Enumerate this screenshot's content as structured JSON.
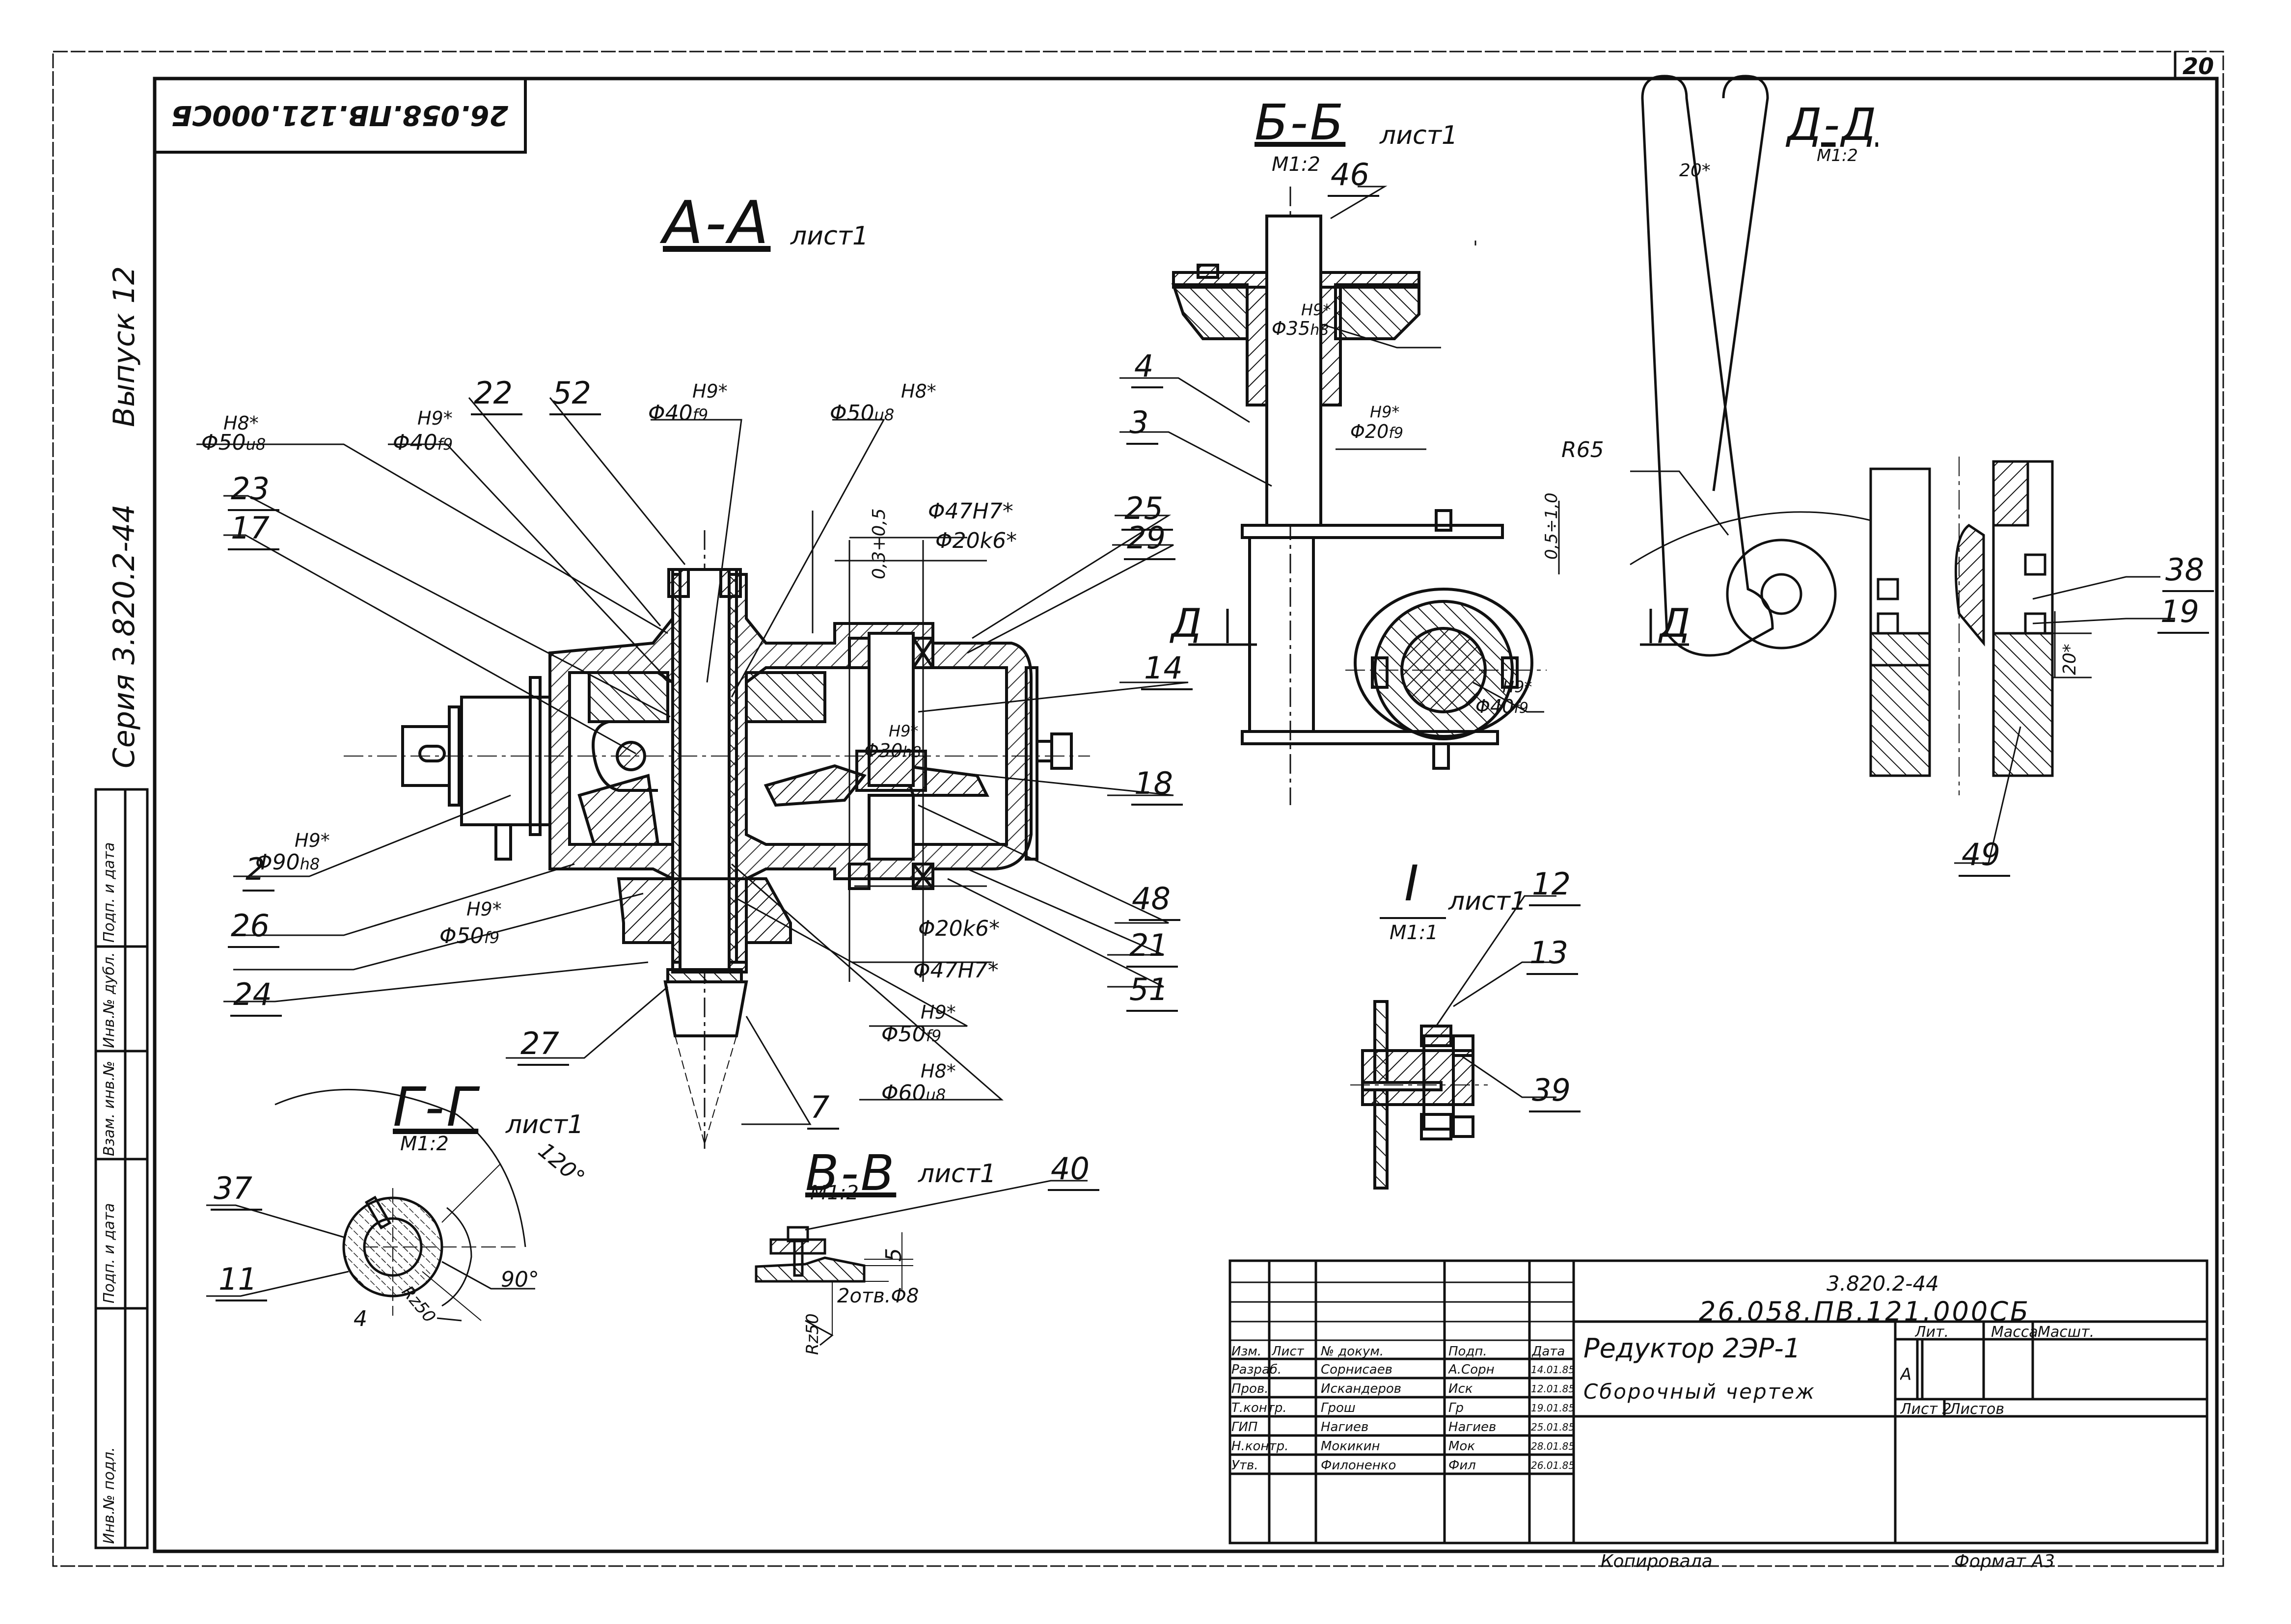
{
  "sheet_number": "20",
  "corner_stamp": "26.058.ПВ.121.000СБ",
  "side_series": "Серия 3.820.2-44",
  "side_issue": "Выпуск 12",
  "side_columns": [
    "Инв.№ подл.",
    "Подп. и дата",
    "Взам. инв.№",
    "Инв.№ дубл.",
    "Подп. и дата"
  ],
  "sections": {
    "aa": {
      "title": "А-А",
      "sheet": "лист1"
    },
    "bb": {
      "title": "Б-Б",
      "sheet": "лист1",
      "scale": "М1:2"
    },
    "dd": {
      "title": "Д-Д",
      "scale": "М1:2"
    },
    "gg": {
      "title": "Г-Г",
      "sheet": "лист1",
      "scale": "М1:2"
    },
    "vv": {
      "title": "В-В",
      "sheet": "лист1",
      "scale": "М1:2"
    },
    "i": {
      "title": "I",
      "sheet": "лист1",
      "scale": "М1:1"
    }
  },
  "aa_labels": {
    "p22": "22",
    "p52": "52",
    "p23": "23",
    "p17": "17",
    "p25": "25",
    "p29": "29",
    "p14": "14",
    "p18": "18",
    "p48": "48",
    "p21": "21",
    "p51": "51",
    "p2": "2",
    "p26": "26",
    "p24": "24",
    "p27": "27",
    "p7": "7"
  },
  "aa_dims": {
    "d50u8_left": {
      "base": "Φ50",
      "top": "H8",
      "bottom": "u8",
      "star": "*"
    },
    "d40f9_left": {
      "base": "Φ40",
      "top": "H9",
      "bottom": "f9",
      "star": "*"
    },
    "d40f9_top": {
      "base": "Φ40",
      "top": "H9",
      "bottom": "f9",
      "star": "*"
    },
    "d50u8_top": {
      "base": "Φ50",
      "top": "H8",
      "bottom": "u8",
      "star": "*"
    },
    "gap": "0,3+0,5",
    "d47h7_top": "Φ47H7*",
    "d20k6_top": "Φ20k6*",
    "d30h8": {
      "base": "Φ30",
      "top": "H9",
      "bottom": "h8",
      "star": "*"
    },
    "d90h8": {
      "base": "Φ90",
      "top": "H9",
      "bottom": "h8",
      "star": "*"
    },
    "d50f9_left": {
      "base": "Φ50",
      "top": "H9",
      "bottom": "f9",
      "star": "*"
    },
    "d20k6_bot": "Φ20k6*",
    "d47h7_bot": "Φ47H7*",
    "d50f9_bot": {
      "base": "Φ50",
      "top": "H9",
      "bottom": "f9",
      "star": "*"
    },
    "d60u8": {
      "base": "Φ60",
      "top": "H8",
      "bottom": "u8",
      "star": "*"
    }
  },
  "bb_labels": {
    "p46": "46",
    "p4": "4",
    "p3": "3"
  },
  "bb_dims": {
    "d35h8": {
      "base": "Φ35",
      "top": "H9",
      "bottom": "h8",
      "star": "*"
    },
    "d20f9": {
      "base": "Φ20",
      "top": "H9",
      "bottom": "f9",
      "star": "*"
    },
    "d40f9": {
      "base": "Φ40",
      "top": "H9",
      "bottom": "f9",
      "star": "*"
    },
    "gap": "0,5÷1,0",
    "r65": "R65"
  },
  "dd_labels": {
    "p38": "38",
    "p19": "19",
    "p49": "49",
    "dim20a": "20*",
    "dim20b": "20*"
  },
  "section_marks": {
    "d_left": "Д",
    "d_right": "Д"
  },
  "i_labels": {
    "p12": "12",
    "p13": "13",
    "p39": "39"
  },
  "gg_labels": {
    "p37": "37",
    "p11": "11",
    "a120": "120°",
    "a90": "90°",
    "rz": "Rz50",
    "w4": "4"
  },
  "vv_labels": {
    "p40": "40",
    "h5": "5",
    "holes": "2отв.Φ8",
    "rz": "Rz50"
  },
  "title_block": {
    "code_series": "3.820.2-44",
    "code_doc": "26.058.ПВ.121.000СБ",
    "name": "Редуктор 2ЭР-1",
    "doc_type": "Сборочный чертеж",
    "headers": [
      "Изм.",
      "Лист",
      "№ докум.",
      "Подп.",
      "Дата"
    ],
    "rows": [
      {
        "role": "Разраб.",
        "name": "Сорнисаев",
        "sign": "А.Сорн",
        "date": "14.01.85"
      },
      {
        "role": "Пров.",
        "name": "Искандеров",
        "sign": "Иск",
        "date": "12.01.85"
      },
      {
        "role": "Т.контр.",
        "name": "Грош",
        "sign": "Гр",
        "date": "19.01.85"
      },
      {
        "role": "ГИП",
        "name": "Нагиев",
        "sign": "Нагиев",
        "date": "25.01.85"
      },
      {
        "role": "Н.контр.",
        "name": "Мокикин",
        "sign": "Мок",
        "date": "28.01.85"
      },
      {
        "role": "Утв.",
        "name": "Филоненко",
        "sign": "Фил",
        "date": "26.01.85"
      }
    ],
    "lit_label": "Лит.",
    "mass_label": "Масса",
    "scale_label": "Масшт.",
    "lit_value": "А",
    "sheet_label": "Лист 2",
    "sheets_label": "Листов",
    "copied": "Копировала",
    "format": "Формат А3"
  }
}
